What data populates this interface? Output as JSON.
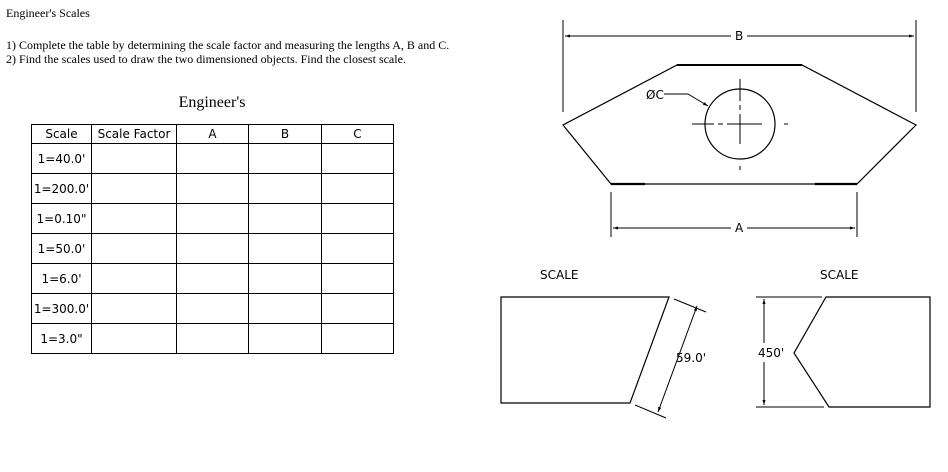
{
  "page_title": "Engineer's Scales",
  "instructions": [
    "1) Complete the table by determining the scale factor and measuring the lengths A, B and C.",
    "2) Find the scales used to draw the two dimensioned objects. Find the closest scale."
  ],
  "table": {
    "title": "Engineer's",
    "headers": [
      "Scale",
      "Scale Factor",
      "A",
      "B",
      "C"
    ],
    "rows": [
      [
        "1=40.0'",
        "",
        "",
        "",
        ""
      ],
      [
        "1=200.0'",
        "",
        "",
        "",
        ""
      ],
      [
        "1=0.10\"",
        "",
        "",
        "",
        ""
      ],
      [
        "1=50.0'",
        "",
        "",
        "",
        ""
      ],
      [
        "1=6.0'",
        "",
        "",
        "",
        ""
      ],
      [
        "1=300.0'",
        "",
        "",
        "",
        ""
      ],
      [
        "1=3.0\"",
        "",
        "",
        "",
        ""
      ]
    ]
  },
  "drawing": {
    "label_b": "B",
    "label_a": "A",
    "label_c": "ØC",
    "scale_label_left": "SCALE",
    "scale_label_right": "SCALE",
    "dim_left": "59.0'",
    "dim_right": "450'"
  }
}
